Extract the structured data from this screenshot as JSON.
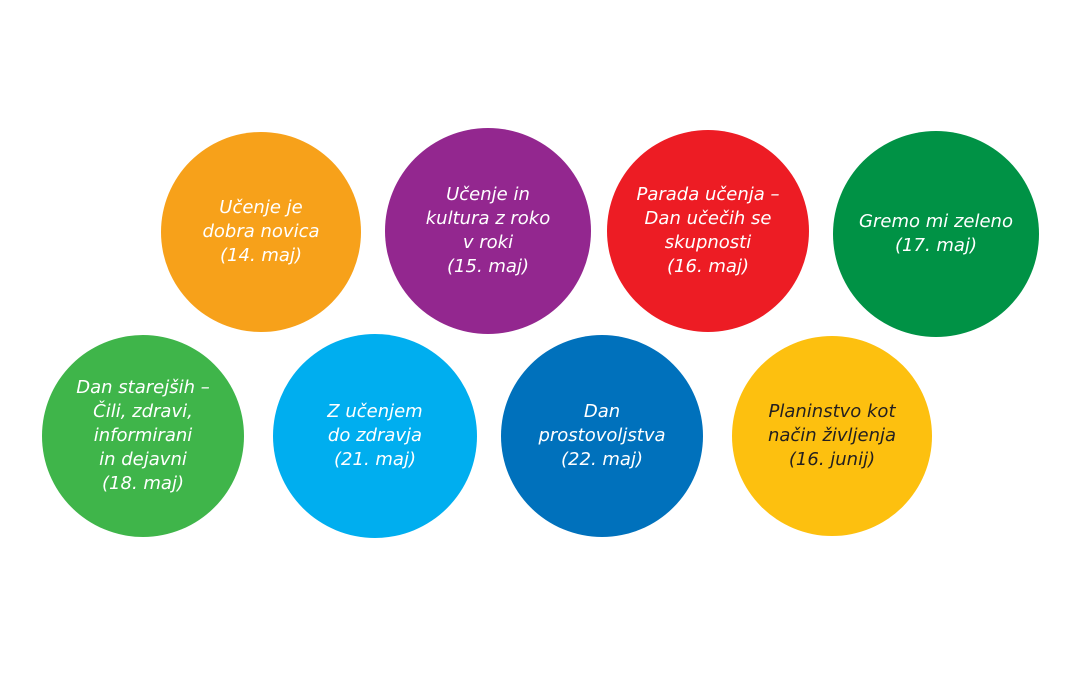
{
  "events": [
    {
      "id": "orange",
      "color": "#F7A11A",
      "lines": [
        "Učenje je",
        "dobra novica",
        "(14. maj)"
      ]
    },
    {
      "id": "purple",
      "color": "#93278F",
      "lines": [
        "Učenje in",
        "kultura z roko",
        "v roki",
        "(15. maj)"
      ]
    },
    {
      "id": "red",
      "color": "#ED1C24",
      "lines": [
        "Parada učenja –",
        "Dan učečih se",
        "skupnosti",
        "(16. maj)"
      ]
    },
    {
      "id": "darkgreen",
      "color": "#009245",
      "lines": [
        "Gremo mi zeleno",
        "(17. maj)"
      ]
    },
    {
      "id": "green",
      "color": "#3FB54A",
      "lines": [
        "Dan starejših –",
        "Čili, zdravi,",
        "informirani",
        "in dejavni",
        "(18. maj)"
      ]
    },
    {
      "id": "lightblue",
      "color": "#00AEEF",
      "lines": [
        "Z učenjem",
        "do zdravja",
        "(21. maj)"
      ]
    },
    {
      "id": "blue",
      "color": "#0071BC",
      "lines": [
        "Dan",
        "prostovoljstva",
        "(22. maj)"
      ]
    },
    {
      "id": "yellow",
      "color": "#FDC00F",
      "lines": [
        "Planinstvo kot",
        "način življenja",
        "(16. junij)"
      ]
    }
  ]
}
